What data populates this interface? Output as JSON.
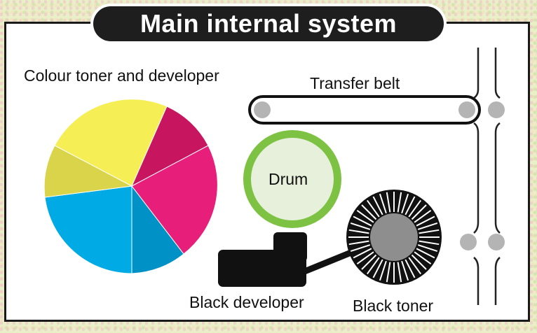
{
  "title": "Main internal system",
  "labels": {
    "colour_toner": "Colour toner and developer",
    "transfer_belt": "Transfer belt",
    "drum": "Drum",
    "black_developer": "Black developer",
    "black_toner": "Black toner"
  },
  "colors": {
    "yellow": "#f5ef55",
    "yellow_dark": "#d9d44a",
    "magenta": "#e81e7b",
    "magenta_dark": "#c8155f",
    "cyan": "#00aae4",
    "cyan_dark": "#0092c7",
    "drum_ring": "#7dc242",
    "drum_fill": "#e6f0da",
    "roller": "#b4b4b4",
    "black": "#111111"
  }
}
